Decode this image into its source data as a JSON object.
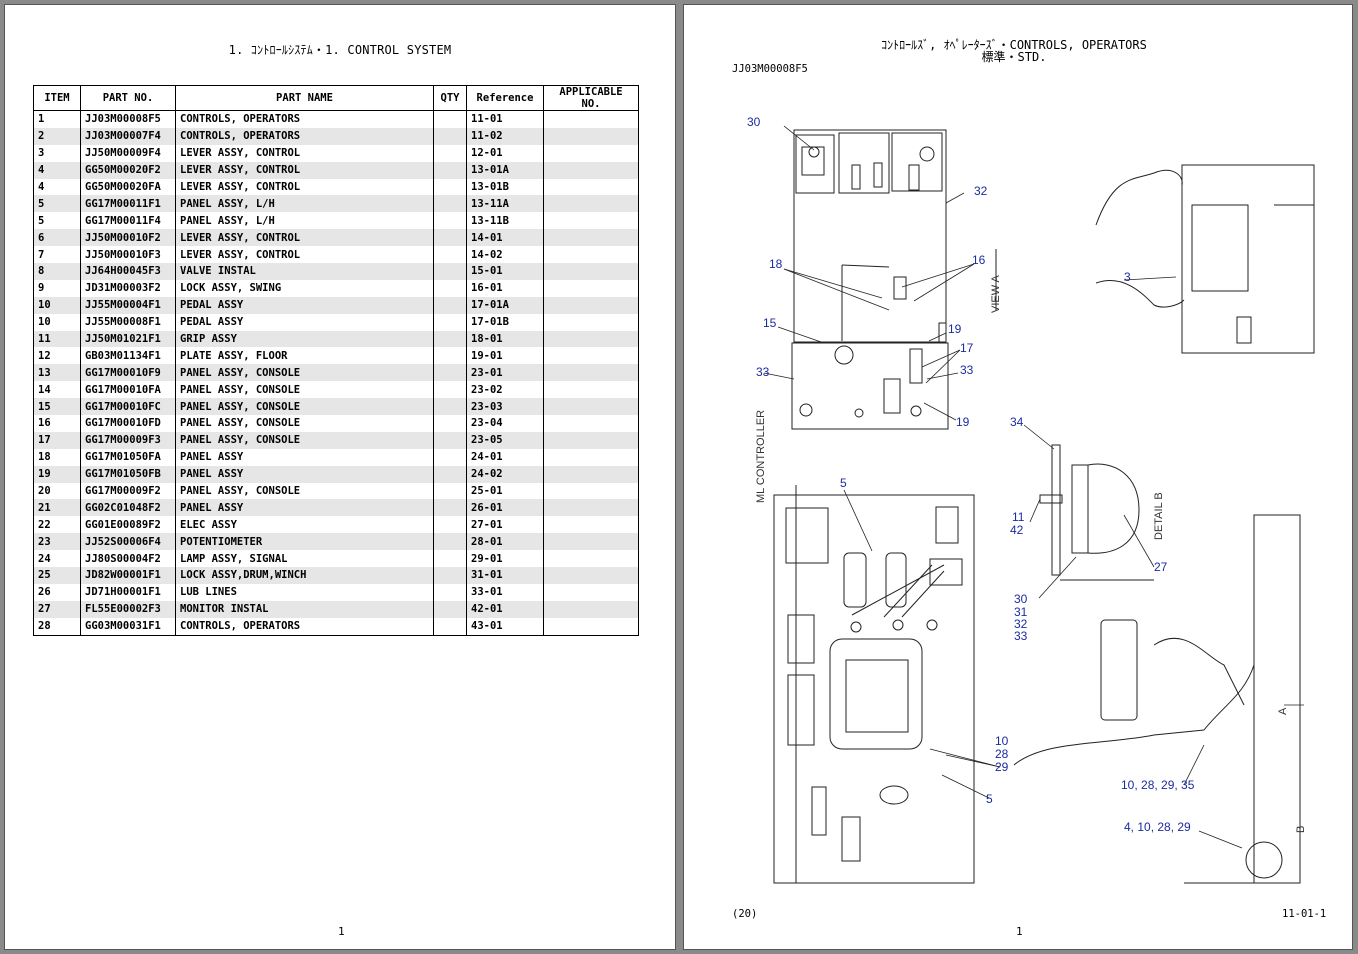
{
  "left_page": {
    "title": "1. ｺﾝﾄﾛｰﾙｼｽﾃﾑ・1. CONTROL SYSTEM",
    "columns": [
      "ITEM",
      "PART NO.",
      "PART NAME",
      "QTY",
      "Reference",
      "APPLICABLE NO."
    ],
    "rows": [
      [
        "1",
        "JJ03M00008F5",
        "CONTROLS, OPERATORS",
        "",
        "11-01",
        ""
      ],
      [
        "2",
        "JJ03M00007F4",
        "CONTROLS, OPERATORS",
        "",
        "11-02",
        ""
      ],
      [
        "3",
        "JJ50M00009F4",
        "LEVER ASSY, CONTROL",
        "",
        "12-01",
        ""
      ],
      [
        "4",
        "GG50M00020F2",
        "LEVER ASSY, CONTROL",
        "",
        "13-01A",
        ""
      ],
      [
        "4",
        "GG50M00020FA",
        "LEVER ASSY, CONTROL",
        "",
        "13-01B",
        ""
      ],
      [
        "5",
        "GG17M00011F1",
        "PANEL ASSY, L/H",
        "",
        "13-11A",
        ""
      ],
      [
        "5",
        "GG17M00011F4",
        "PANEL ASSY, L/H",
        "",
        "13-11B",
        ""
      ],
      [
        "6",
        "JJ50M00010F2",
        "LEVER ASSY, CONTROL",
        "",
        "14-01",
        ""
      ],
      [
        "7",
        "JJ50M00010F3",
        "LEVER ASSY, CONTROL",
        "",
        "14-02",
        ""
      ],
      [
        "8",
        "JJ64H00045F3",
        "VALVE INSTAL",
        "",
        "15-01",
        ""
      ],
      [
        "9",
        "JD31M00003F2",
        "LOCK ASSY, SWING",
        "",
        "16-01",
        ""
      ],
      [
        "10",
        "JJ55M00004F1",
        "PEDAL ASSY",
        "",
        "17-01A",
        ""
      ],
      [
        "10",
        "JJ55M00008F1",
        "PEDAL ASSY",
        "",
        "17-01B",
        ""
      ],
      [
        "11",
        "JJ50M01021F1",
        "GRIP ASSY",
        "",
        "18-01",
        ""
      ],
      [
        "12",
        "GB03M01134F1",
        "PLATE ASSY, FLOOR",
        "",
        "19-01",
        ""
      ],
      [
        "13",
        "GG17M00010F9",
        "PANEL ASSY, CONSOLE",
        "",
        "23-01",
        ""
      ],
      [
        "14",
        "GG17M00010FA",
        "PANEL ASSY, CONSOLE",
        "",
        "23-02",
        ""
      ],
      [
        "15",
        "GG17M00010FC",
        "PANEL ASSY, CONSOLE",
        "",
        "23-03",
        ""
      ],
      [
        "16",
        "GG17M00010FD",
        "PANEL ASSY, CONSOLE",
        "",
        "23-04",
        ""
      ],
      [
        "17",
        "GG17M00009F3",
        "PANEL ASSY, CONSOLE",
        "",
        "23-05",
        ""
      ],
      [
        "18",
        "GG17M01050FA",
        "PANEL ASSY",
        "",
        "24-01",
        ""
      ],
      [
        "19",
        "GG17M01050FB",
        "PANEL ASSY",
        "",
        "24-02",
        ""
      ],
      [
        "20",
        "GG17M00009F2",
        "PANEL ASSY, CONSOLE",
        "",
        "25-01",
        ""
      ],
      [
        "21",
        "GG02C01048F2",
        "PANEL ASSY",
        "",
        "26-01",
        ""
      ],
      [
        "22",
        "GG01E00089F2",
        "ELEC ASSY",
        "",
        "27-01",
        ""
      ],
      [
        "23",
        "JJ52S00006F4",
        "POTENTIOMETER",
        "",
        "28-01",
        ""
      ],
      [
        "24",
        "JJ80S00004F2",
        "LAMP ASSY, SIGNAL",
        "",
        "29-01",
        ""
      ],
      [
        "25",
        "JD82W00001F1",
        "LOCK ASSY,DRUM,WINCH",
        "",
        "31-01",
        ""
      ],
      [
        "26",
        "JD71H00001F1",
        "LUB LINES",
        "",
        "33-01",
        ""
      ],
      [
        "27",
        "FL55E00002F3",
        "MONITOR INSTAL",
        "",
        "42-01",
        ""
      ],
      [
        "28",
        "GG03M00031F1",
        "CONTROLS, OPERATORS",
        "",
        "43-01",
        ""
      ]
    ],
    "page_number": "1"
  },
  "right_page": {
    "title_line1": "ｺﾝﾄﾛｰﾙｽﾞ, ｵﾍﾟﾚｰﾀｰｽﾞ・CONTROLS, OPERATORS",
    "title_line2": "標準・STD.",
    "doc_code": "JJ03M00008F5",
    "page_ref": "(20)",
    "sheet_code": "11-01-1",
    "page_number": "1",
    "view_labels": {
      "view_a": "VIEW A",
      "ml_controller": "ML CONTROLLER",
      "detail_b": "DETAIL B",
      "arrow_a": "A",
      "arrow_b": "B"
    },
    "callouts": {
      "c30a": "30",
      "c32": "32",
      "c18": "18",
      "c16": "16",
      "c15": "15",
      "c19a": "19",
      "c17": "17",
      "c33a": "33",
      "c33b": "33",
      "c19b": "19",
      "c3": "3",
      "c34": "34",
      "c11": "11",
      "c42": "42",
      "c27": "27",
      "c30b": "30",
      "c31": "31",
      "c32b": "32",
      "c33c": "33",
      "c5a": "5",
      "c10": "10",
      "c28": "28",
      "c29": "29",
      "c5b": "5",
      "c10grp": "10, 28, 29, 35",
      "c4grp": "4, 10, 28, 29"
    }
  }
}
